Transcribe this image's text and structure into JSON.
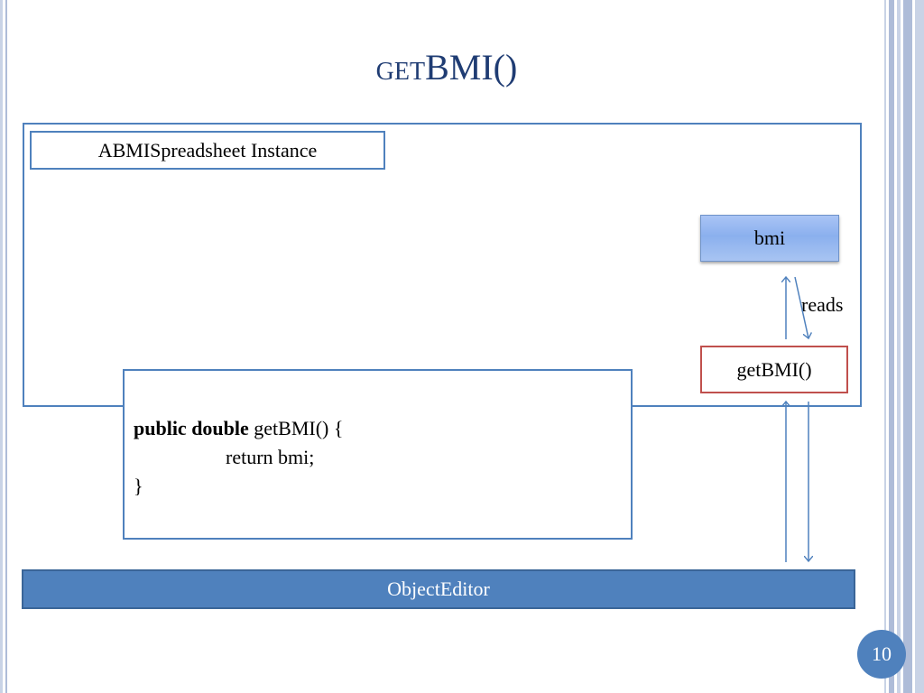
{
  "slide": {
    "title": "getBMI()",
    "page_number": "10"
  },
  "diagram": {
    "instance_label": "ABMISpreadsheet Instance",
    "field_label": "bmi",
    "method_label": "getBMI()",
    "reads_label": "reads",
    "editor_label": "ObjectEditor"
  },
  "code": {
    "line1_keyword": "public double",
    "line1_rest": " getBMI() {",
    "line2": "return bmi;",
    "line3": "}"
  },
  "colors": {
    "title": "#1f3c73",
    "frame_border": "#4f81bd",
    "method_border": "#c0504d",
    "field_fill": "#8bb0ee",
    "editor_fill": "#4f81bd"
  }
}
